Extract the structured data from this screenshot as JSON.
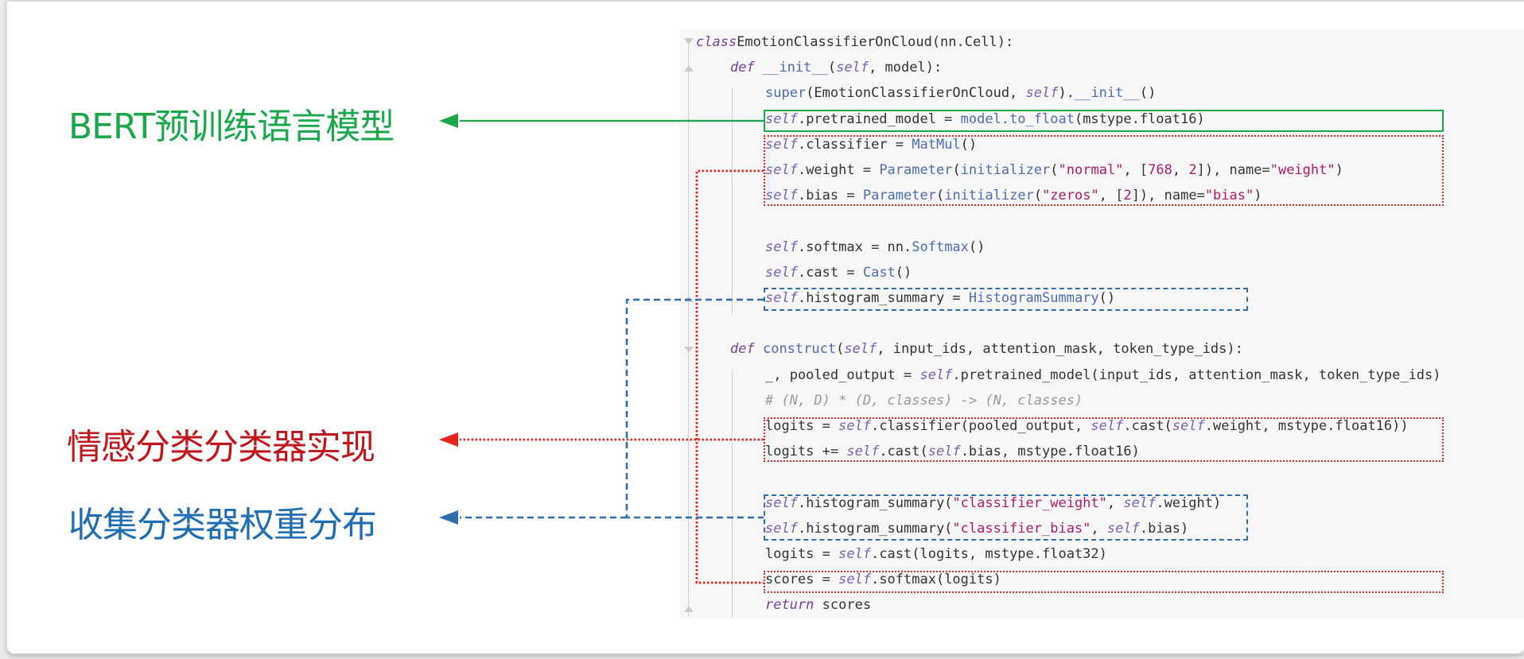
{
  "labels": {
    "bert": "BERT预训练语言模型",
    "classifier": "情感分类分类器实现",
    "histogram": "收集分类器权重分布"
  },
  "colors": {
    "green": "#1aa84b",
    "red": "#e8231d",
    "red_text": "#c0171c",
    "blue": "#2e6eab",
    "blue_text": "#1f6db3"
  },
  "code": [
    [
      [
        "kw",
        "class"
      ],
      [
        "",
        "EmotionClassifierOnCloud(nn.Cell):"
      ]
    ],
    [
      [
        "kw",
        "def"
      ],
      [
        "",
        " "
      ],
      [
        "fn",
        "__init__"
      ],
      [
        "",
        "("
      ],
      [
        "sf",
        "self"
      ],
      [
        "",
        ", model):"
      ]
    ],
    [
      [
        "fn",
        "super"
      ],
      [
        "",
        "(EmotionClassifierOnCloud, "
      ],
      [
        "sf",
        "self"
      ],
      [
        "",
        ")."
      ],
      [
        "fn",
        "__init__"
      ],
      [
        "",
        "()"
      ]
    ],
    [
      [
        "sf",
        "self"
      ],
      [
        "",
        ".pretrained_model = "
      ],
      [
        "fn",
        "model.to_float"
      ],
      [
        "",
        "(mstype.float16)"
      ]
    ],
    [
      [
        "sf",
        "self"
      ],
      [
        "",
        ".classifier = "
      ],
      [
        "fn",
        "MatMul"
      ],
      [
        "",
        "()"
      ]
    ],
    [
      [
        "sf",
        "self"
      ],
      [
        "",
        ".weight = "
      ],
      [
        "fn",
        "Parameter"
      ],
      [
        "",
        "("
      ],
      [
        "fn",
        "initializer"
      ],
      [
        "",
        "("
      ],
      [
        "st",
        "\"normal\""
      ],
      [
        "",
        ", ["
      ],
      [
        "nm",
        "768"
      ],
      [
        "",
        ", "
      ],
      [
        "nm",
        "2"
      ],
      [
        "",
        "]), name="
      ],
      [
        "st",
        "\"weight\""
      ],
      [
        "",
        ")"
      ]
    ],
    [
      [
        "sf",
        "self"
      ],
      [
        "",
        ".bias = "
      ],
      [
        "fn",
        "Parameter"
      ],
      [
        "",
        "("
      ],
      [
        "fn",
        "initializer"
      ],
      [
        "",
        "("
      ],
      [
        "st",
        "\"zeros\""
      ],
      [
        "",
        ", ["
      ],
      [
        "nm",
        "2"
      ],
      [
        "",
        "]), name="
      ],
      [
        "st",
        "\"bias\""
      ],
      [
        "",
        ")"
      ]
    ],
    [],
    [
      [
        "sf",
        "self"
      ],
      [
        "",
        ".softmax = nn."
      ],
      [
        "fn",
        "Softmax"
      ],
      [
        "",
        "()"
      ]
    ],
    [
      [
        "sf",
        "self"
      ],
      [
        "",
        ".cast = "
      ],
      [
        "fn",
        "Cast"
      ],
      [
        "",
        "()"
      ]
    ],
    [
      [
        "sf",
        "self"
      ],
      [
        "",
        ".histogram_summary = "
      ],
      [
        "fn",
        "HistogramSummary"
      ],
      [
        "",
        "()"
      ]
    ],
    [],
    [
      [
        "kw",
        "def"
      ],
      [
        "",
        " "
      ],
      [
        "fn",
        "construct"
      ],
      [
        "",
        "("
      ],
      [
        "sf",
        "self"
      ],
      [
        "",
        ", input_ids, attention_mask, token_type_ids):"
      ]
    ],
    [
      [
        "",
        "_, pooled_output = "
      ],
      [
        "sf",
        "self"
      ],
      [
        "",
        ".pretrained_model(input_ids, attention_mask, token_type_ids)"
      ]
    ],
    [
      [
        "cm",
        "# (N, D) * (D, classes) -> (N, classes)"
      ]
    ],
    [
      [
        "",
        "logits = "
      ],
      [
        "sf",
        "self"
      ],
      [
        "",
        ".classifier(pooled_output, "
      ],
      [
        "sf",
        "self"
      ],
      [
        "",
        ".cast("
      ],
      [
        "sf",
        "self"
      ],
      [
        "",
        ".weight, mstype.float16))"
      ]
    ],
    [
      [
        "",
        "logits += "
      ],
      [
        "sf",
        "self"
      ],
      [
        "",
        ".cast("
      ],
      [
        "sf",
        "self"
      ],
      [
        "",
        ".bias, mstype.float16)"
      ]
    ],
    [],
    [
      [
        "sf",
        "self"
      ],
      [
        "",
        ".histogram_summary("
      ],
      [
        "st",
        "\"classifier_weight\""
      ],
      [
        "",
        ", "
      ],
      [
        "sf",
        "self"
      ],
      [
        "",
        ".weight)"
      ]
    ],
    [
      [
        "sf",
        "self"
      ],
      [
        "",
        ".histogram_summary("
      ],
      [
        "st",
        "\"classifier_bias\""
      ],
      [
        "",
        ", "
      ],
      [
        "sf",
        "self"
      ],
      [
        "",
        ".bias)"
      ]
    ],
    [
      [
        "",
        "logits = "
      ],
      [
        "sf",
        "self"
      ],
      [
        "",
        ".cast(logits, mstype.float32)"
      ]
    ],
    [
      [
        "",
        "scores = "
      ],
      [
        "sf",
        "self"
      ],
      [
        "",
        ".softmax(logits)"
      ]
    ],
    [
      [
        "kw",
        "return"
      ],
      [
        "",
        " scores"
      ]
    ]
  ]
}
